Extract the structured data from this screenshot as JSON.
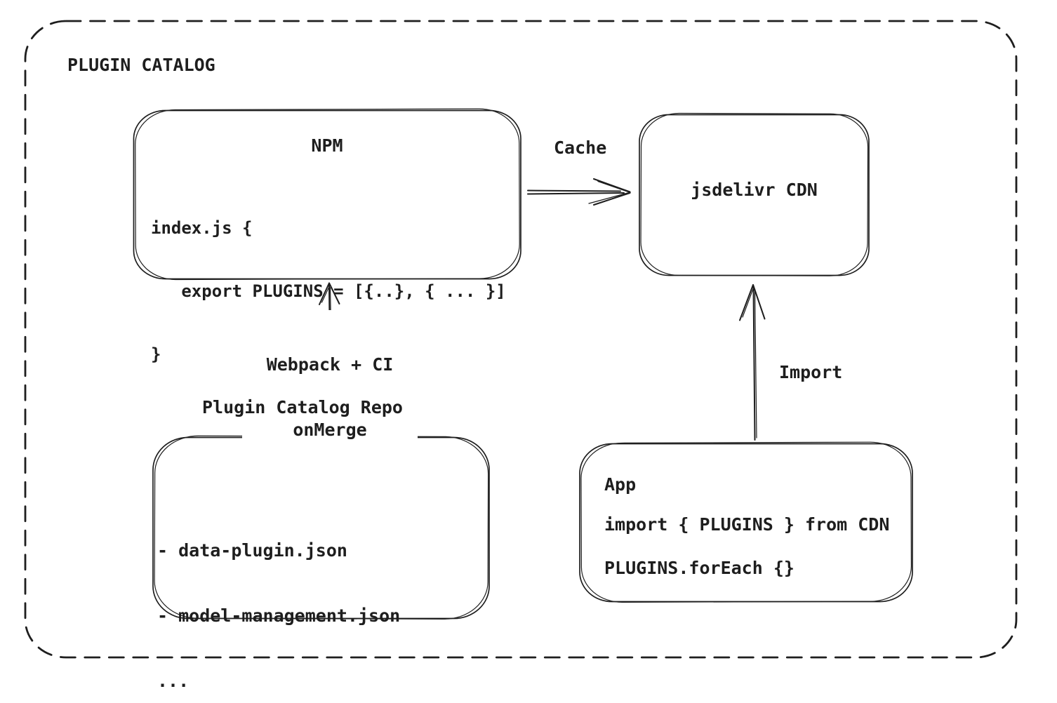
{
  "colors": {
    "ink": "#1e1e1e",
    "background": "#ffffff"
  },
  "diagram_title": "PLUGIN CATALOG",
  "npm_box": {
    "title": "NPM",
    "code": [
      "index.js {",
      "   export PLUGINS = [{..}, { ... }]",
      "}"
    ]
  },
  "cdn_box": {
    "title": "jsdelivr CDN"
  },
  "repo_box": {
    "title": "Plugin Catalog Repo",
    "files": [
      "- data-plugin.json",
      "- model-management.json",
      "..."
    ]
  },
  "app_box": {
    "title": "App",
    "code": [
      "import { PLUGINS } from CDN",
      "PLUGINS.forEach {}"
    ]
  },
  "arrows": {
    "cache": {
      "label": "Cache",
      "from": "NPM",
      "to": "jsdelivr CDN"
    },
    "webpack": {
      "label_line1": "Webpack + CI",
      "label_line2": "onMerge",
      "from": "Plugin Catalog Repo",
      "to": "NPM"
    },
    "import": {
      "label": "Import",
      "from": "App",
      "to": "jsdelivr CDN"
    }
  }
}
